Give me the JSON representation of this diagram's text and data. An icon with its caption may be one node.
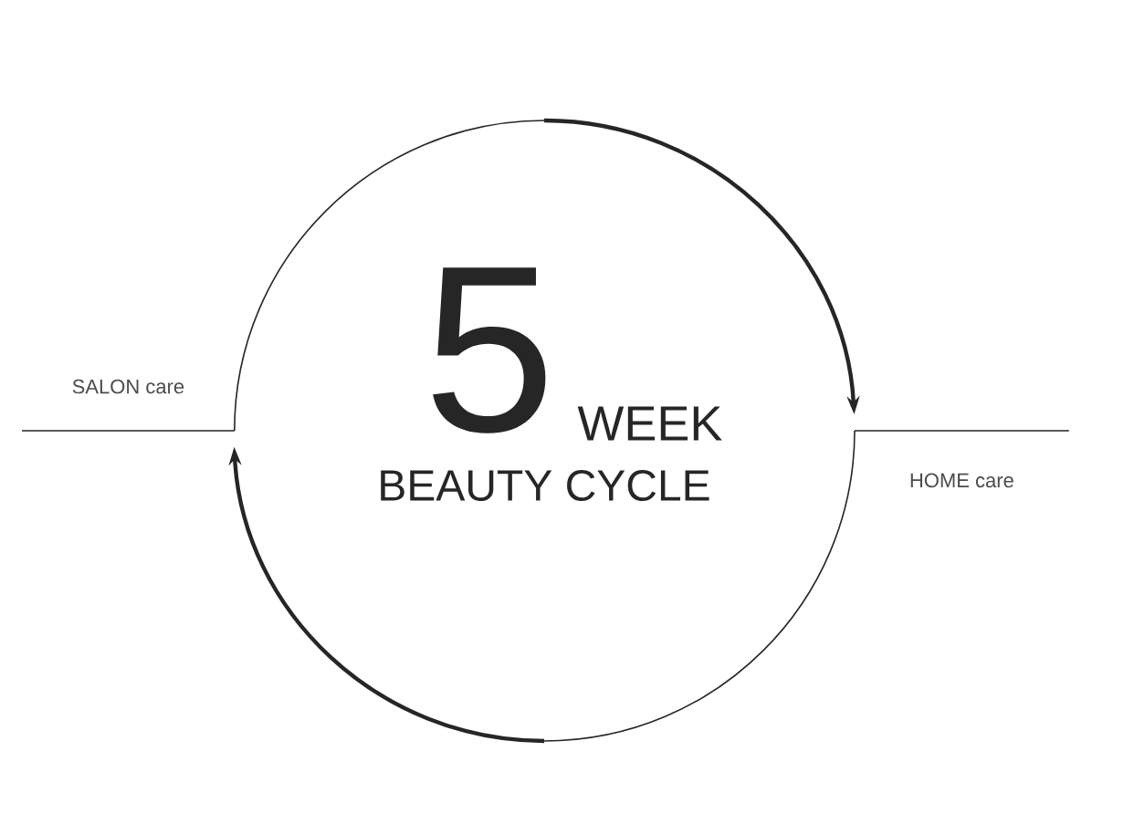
{
  "diagram": {
    "nodes": [
      {
        "text": [
          "SALON care"
        ]
      },
      {
        "text": [
          "HOME care"
        ]
      }
    ],
    "edges": [
      {
        "from": 0,
        "to": 1,
        "arrow": "to"
      },
      {
        "from": 1,
        "to": 0,
        "arrow": "to"
      }
    ],
    "labels": [
      "5",
      "WEEK",
      "BEAUTY CYCLE"
    ]
  }
}
